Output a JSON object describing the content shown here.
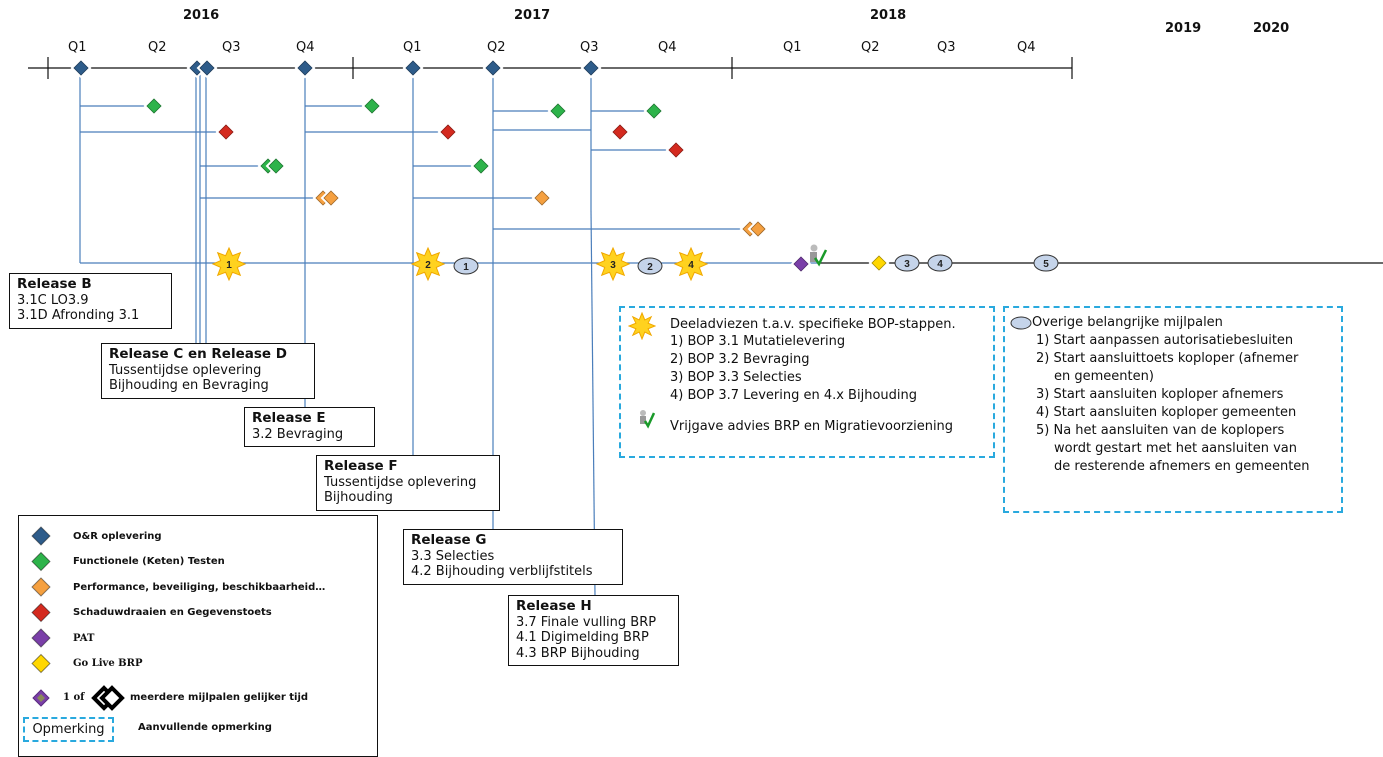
{
  "timeline": {
    "years": [
      "2016",
      "2017",
      "2018",
      "2019",
      "2020"
    ],
    "quarters": [
      "Q1",
      "Q2",
      "Q3",
      "Q4",
      "Q1",
      "Q2",
      "Q3",
      "Q4",
      "Q1",
      "Q2",
      "Q3",
      "Q4"
    ]
  },
  "releases": [
    {
      "title": "Release B",
      "lines": [
        "3.1C LO3.9",
        "3.1D Afronding 3.1"
      ]
    },
    {
      "title": "Release C en Release D",
      "lines": [
        "Tussentijdse oplevering",
        "Bijhouding en Bevraging"
      ]
    },
    {
      "title": "Release E",
      "lines": [
        "3.2 Bevraging"
      ]
    },
    {
      "title": "Release F",
      "lines": [
        "Tussentijdse oplevering",
        "Bijhouding"
      ]
    },
    {
      "title": "Release G",
      "lines": [
        "3.3 Selecties",
        "4.2 Bijhouding verblijfstitels"
      ]
    },
    {
      "title": "Release H",
      "lines": [
        "3.7 Finale vulling BRP",
        "4.1 Digimelding BRP",
        "4.3 BRP Bijhouding"
      ]
    }
  ],
  "milestone_labels": {
    "stars": [
      "1",
      "2",
      "3",
      "4"
    ],
    "ovals": [
      "1",
      "2",
      "3",
      "4",
      "5"
    ]
  },
  "advice_box": {
    "title": "Deeladviezen t.a.v. specifieke BOP-stappen.",
    "items": [
      "1) BOP 3.1 Mutatielevering",
      "2) BOP 3.2 Bevraging",
      "3) BOP 3.3 Selecties",
      "4) BOP 3.7 Levering en 4.x Bijhouding"
    ],
    "release_note": "Vrijgave advies BRP en Migratievoorziening"
  },
  "milestone_box": {
    "title": "Overige belangrijke mijlpalen",
    "items": [
      "1) Start aanpassen autorisatiebesluiten",
      "2) Start aansluittoets koploper (afnemer",
      "en gemeenten)",
      "3) Start aansluiten koploper afnemers",
      "4) Start aansluiten koploper gemeenten",
      "5) Na het aansluiten van de koplopers",
      "wordt gestart met het aansluiten van",
      "de resterende afnemers en gemeenten"
    ]
  },
  "legend": {
    "items": [
      {
        "label": "O&R oplevering",
        "color": "#2e5c8a"
      },
      {
        "label": "Functionele (Keten) Testen",
        "color": "#2db34a"
      },
      {
        "label": "Performance, beveiliging, beschikbaarheid…",
        "color": "#f5a040"
      },
      {
        "label": "Schaduwdraaien en Gegevenstoets",
        "color": "#d42a1f"
      },
      {
        "label": "PAT",
        "color": "#7a3fa8"
      },
      {
        "label": "Go Live BRP",
        "color": "#ffd700"
      }
    ],
    "multi_prefix": "1 of",
    "multi_suffix": "meerdere mijlpalen gelijker tijd",
    "remark_box": "Opmerking",
    "remark_text": "Aanvullende opmerking"
  },
  "colors": {
    "or": "#2e5c8a",
    "func": "#2db34a",
    "perf": "#f5a040",
    "shadow": "#d42a1f",
    "pat": "#7a3fa8",
    "golive": "#ffd700",
    "star": "#ffd21f",
    "connector": "#4a7ebb",
    "oval": "#c5d4ea",
    "dash": "#29a9de"
  }
}
